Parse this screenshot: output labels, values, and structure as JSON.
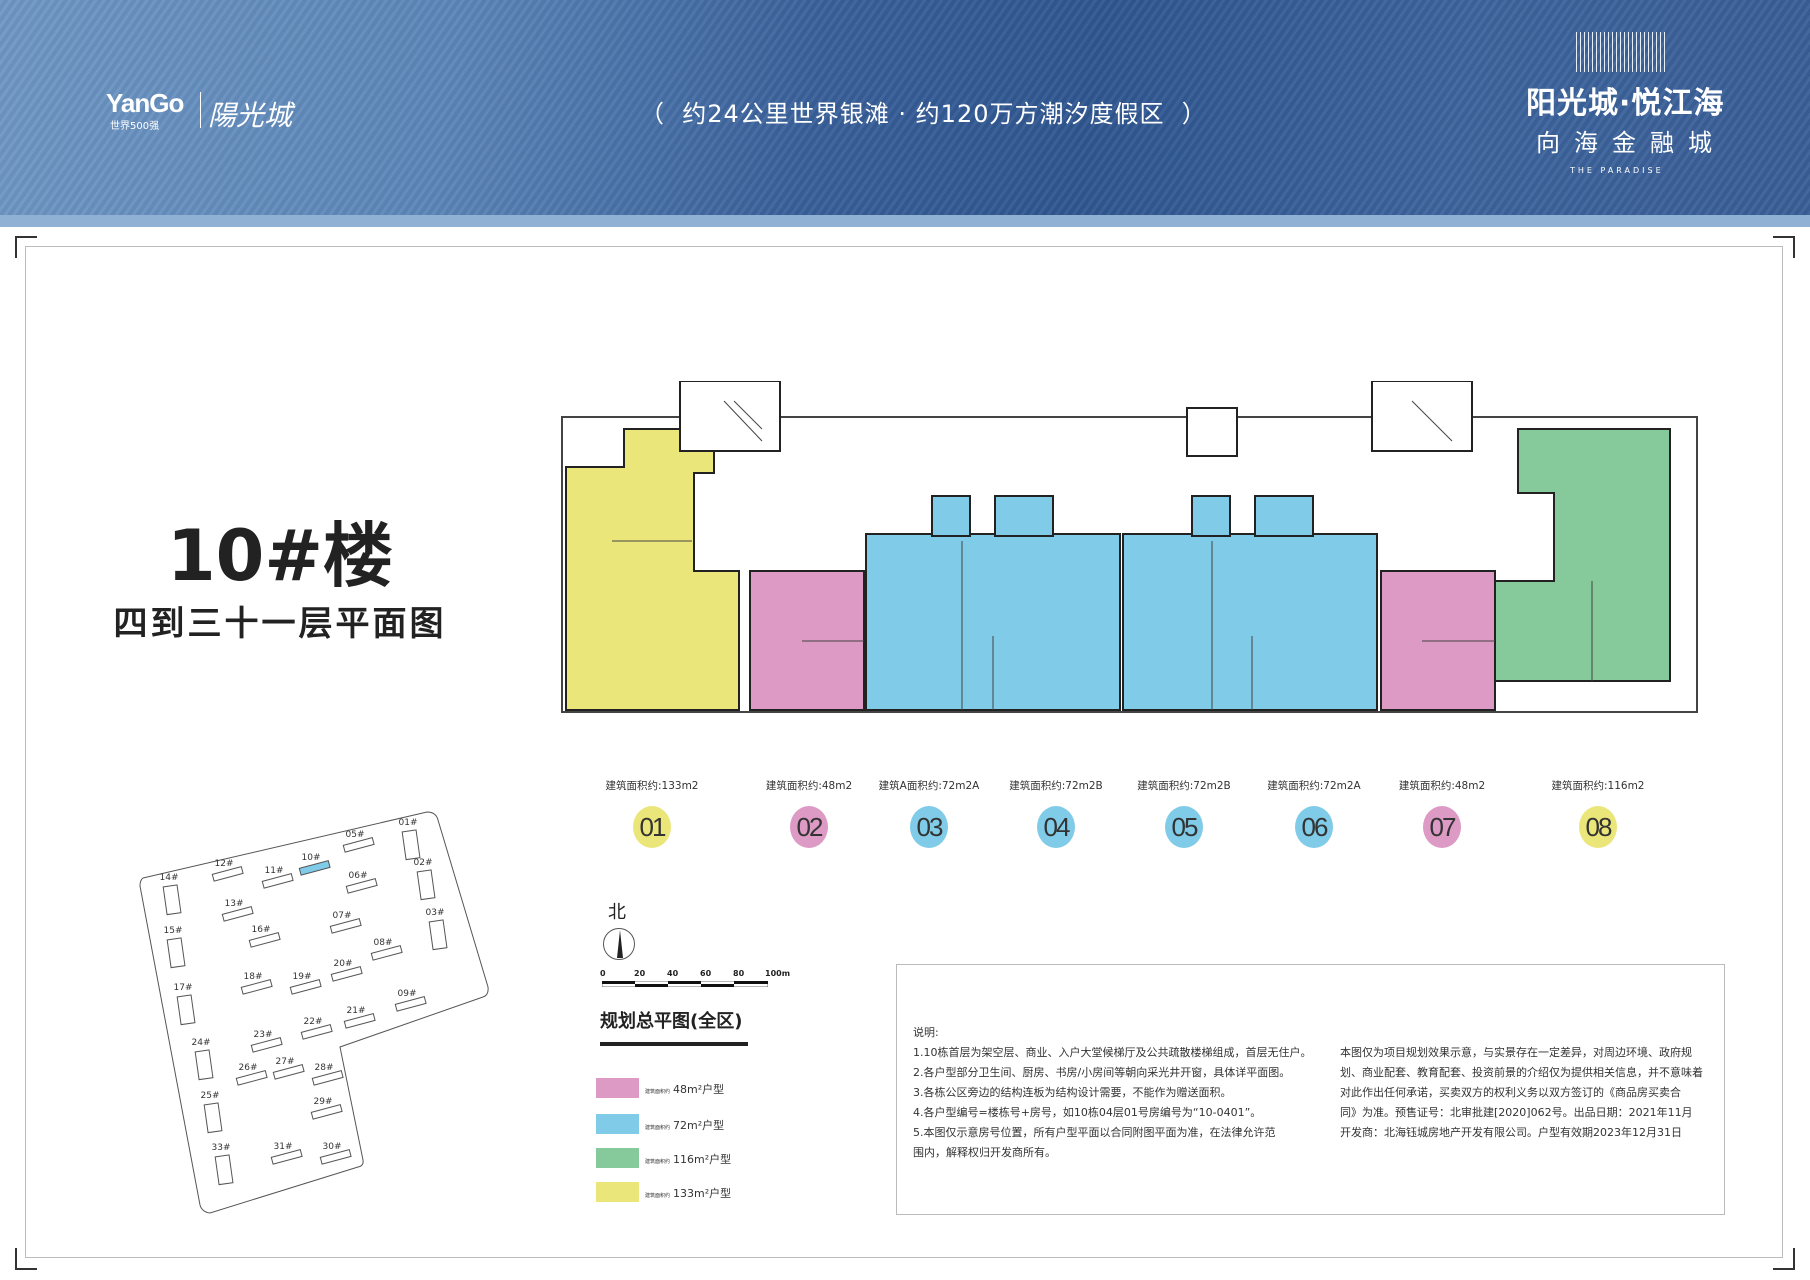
{
  "header": {
    "developer_logo_text": "YanGo",
    "developer_logo_sub": "世界500强",
    "developer_logo_cn": "陽光城",
    "slogan": "（  约24公里世界银滩 · 约120万方潮汐度假区  ）",
    "project_title": "阳光城·悦江海",
    "project_subtitle": "向海金融城",
    "project_en": "THE PARADISE"
  },
  "plan": {
    "title": "10#楼",
    "subtitle": "四到三十一层平面图"
  },
  "units": [
    {
      "no": "01",
      "area": "建筑面积约:133m2",
      "color": "#ebe67a"
    },
    {
      "no": "02",
      "area": "建筑面积约:48m2",
      "color": "#dc9ac5"
    },
    {
      "no": "03",
      "area": "建筑A面积约:72m2A",
      "color": "#7fcbe8"
    },
    {
      "no": "04",
      "area": "建筑面积约:72m2B",
      "color": "#7fcbe8"
    },
    {
      "no": "05",
      "area": "建筑面积约:72m2B",
      "color": "#7fcbe8"
    },
    {
      "no": "06",
      "area": "建筑面积约:72m2A",
      "color": "#7fcbe8"
    },
    {
      "no": "07",
      "area": "建筑面积约:48m2",
      "color": "#dc9ac5"
    },
    {
      "no": "08",
      "area": "建筑面积约:116m2",
      "color": "#ebe67a"
    }
  ],
  "compass": {
    "label": "北"
  },
  "scale": {
    "ticks": [
      "0",
      "20",
      "40",
      "60",
      "80",
      "100m"
    ]
  },
  "site_plan": {
    "title": "规划总平图(全区)",
    "buildings": [
      "01#",
      "02#",
      "03#",
      "05#",
      "06#",
      "07#",
      "08#",
      "09#",
      "10#",
      "11#",
      "12#",
      "13#",
      "14#",
      "15#",
      "16#",
      "17#",
      "18#",
      "19#",
      "20#",
      "21#",
      "22#",
      "23#",
      "24#",
      "25#",
      "26#",
      "27#",
      "28#",
      "29#",
      "30#",
      "31#",
      "33#"
    ]
  },
  "legend": [
    {
      "prefix": "建筑面积约",
      "label": "48m²户型",
      "color": "#dc9ac5"
    },
    {
      "prefix": "建筑面积约",
      "label": "72m²户型",
      "color": "#7fcbe8"
    },
    {
      "prefix": "建筑面积约",
      "label": "116m²户型",
      "color": "#86c99a"
    },
    {
      "prefix": "建筑面积约",
      "label": "133m²户型",
      "color": "#ebe67a"
    }
  ],
  "notes": {
    "heading": "说明:",
    "left": [
      "1.10栋首层为架空层、商业、入户大堂候梯厅及公共疏散楼梯组成，首层无住户。",
      "2.各户型部分卫生间、厨房、书房/小房间等朝向采光井开窗，具体详平面图。",
      "3.各栋公区旁边的结构连板为结构设计需要，不能作为赠送面积。",
      "4.各户型编号=楼栋号+房号，如10栋04层01号房编号为“10-0401”。",
      "5.本图仅示意房号位置，所有户型平面以合同附图平面为准，在法律允许范",
      "  围内，解释权归开发商所有。"
    ],
    "right": [
      "本图仅为项目规划效果示意，与实景存在一定差异，对周边环境、政府规",
      "划、商业配套、教育配套、投资前景的介绍仅为提供相关信息，并不意味着",
      "对此作出任何承诺，买卖双方的权利义务以双方签订的《商品房买卖合",
      "同》为准。预售证号：北审批建[2020]062号。出品日期：2021年11月",
      "开发商：北海钰城房地产开发有限公司。户型有效期2023年12月31日"
    ]
  },
  "colors": {
    "pink": "#dc9ac5",
    "blue": "#7fcbe8",
    "green": "#86c99a",
    "yellow": "#ebe67a"
  }
}
